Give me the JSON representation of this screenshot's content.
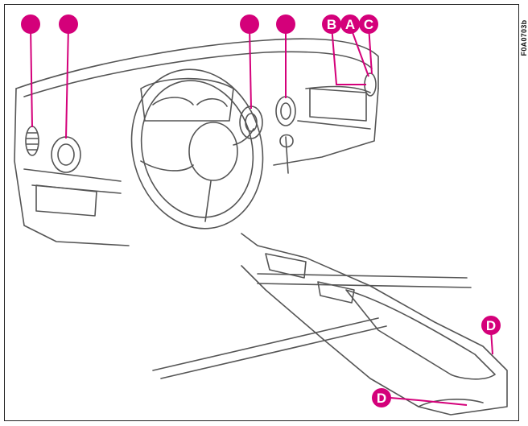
{
  "figure": {
    "code": "F0A0703b",
    "accent_color": "#d4007a",
    "line_color": "#555555",
    "callouts": [
      {
        "id": "callout-1",
        "label": ""
      },
      {
        "id": "callout-2",
        "label": ""
      },
      {
        "id": "callout-3",
        "label": ""
      },
      {
        "id": "callout-4",
        "label": ""
      },
      {
        "id": "callout-b",
        "label": "B"
      },
      {
        "id": "callout-a",
        "label": "A"
      },
      {
        "id": "callout-c",
        "label": "C"
      },
      {
        "id": "callout-d-right",
        "label": "D"
      },
      {
        "id": "callout-d-bottom",
        "label": "D"
      }
    ]
  }
}
